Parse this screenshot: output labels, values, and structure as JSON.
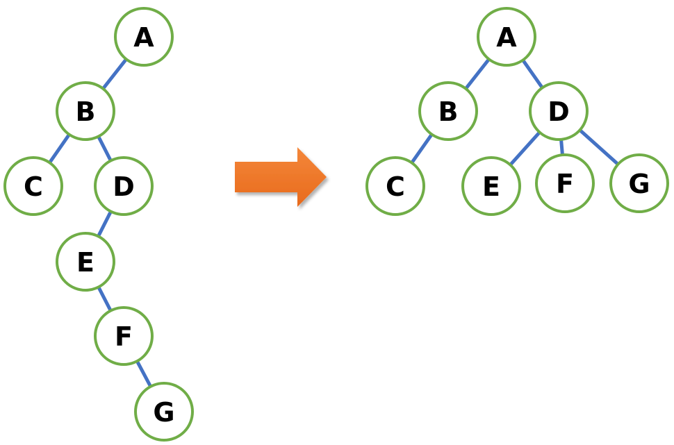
{
  "colors": {
    "node_stroke": "#70ad47",
    "node_fill": "#ffffff",
    "edge": "#4472c4",
    "label": "#000000",
    "arrow_light": "#f4873a",
    "arrow_dark": "#e86a1c"
  },
  "diagram": {
    "left_tree": {
      "nodes": [
        {
          "id": "A",
          "label": "A"
        },
        {
          "id": "B",
          "label": "B"
        },
        {
          "id": "C",
          "label": "C"
        },
        {
          "id": "D",
          "label": "D"
        },
        {
          "id": "E",
          "label": "E"
        },
        {
          "id": "F",
          "label": "F"
        },
        {
          "id": "G",
          "label": "G"
        }
      ],
      "edges": [
        [
          "A",
          "B"
        ],
        [
          "B",
          "C"
        ],
        [
          "B",
          "D"
        ],
        [
          "D",
          "E"
        ],
        [
          "E",
          "F"
        ],
        [
          "F",
          "G"
        ]
      ]
    },
    "arrow": {
      "direction": "right"
    },
    "right_tree": {
      "nodes": [
        {
          "id": "A",
          "label": "A"
        },
        {
          "id": "B",
          "label": "B"
        },
        {
          "id": "C",
          "label": "C"
        },
        {
          "id": "D",
          "label": "D"
        },
        {
          "id": "E",
          "label": "E"
        },
        {
          "id": "F",
          "label": "F"
        },
        {
          "id": "G",
          "label": "G"
        }
      ],
      "edges": [
        [
          "A",
          "B"
        ],
        [
          "A",
          "D"
        ],
        [
          "B",
          "C"
        ],
        [
          "D",
          "E"
        ],
        [
          "D",
          "F"
        ],
        [
          "D",
          "G"
        ]
      ]
    }
  }
}
